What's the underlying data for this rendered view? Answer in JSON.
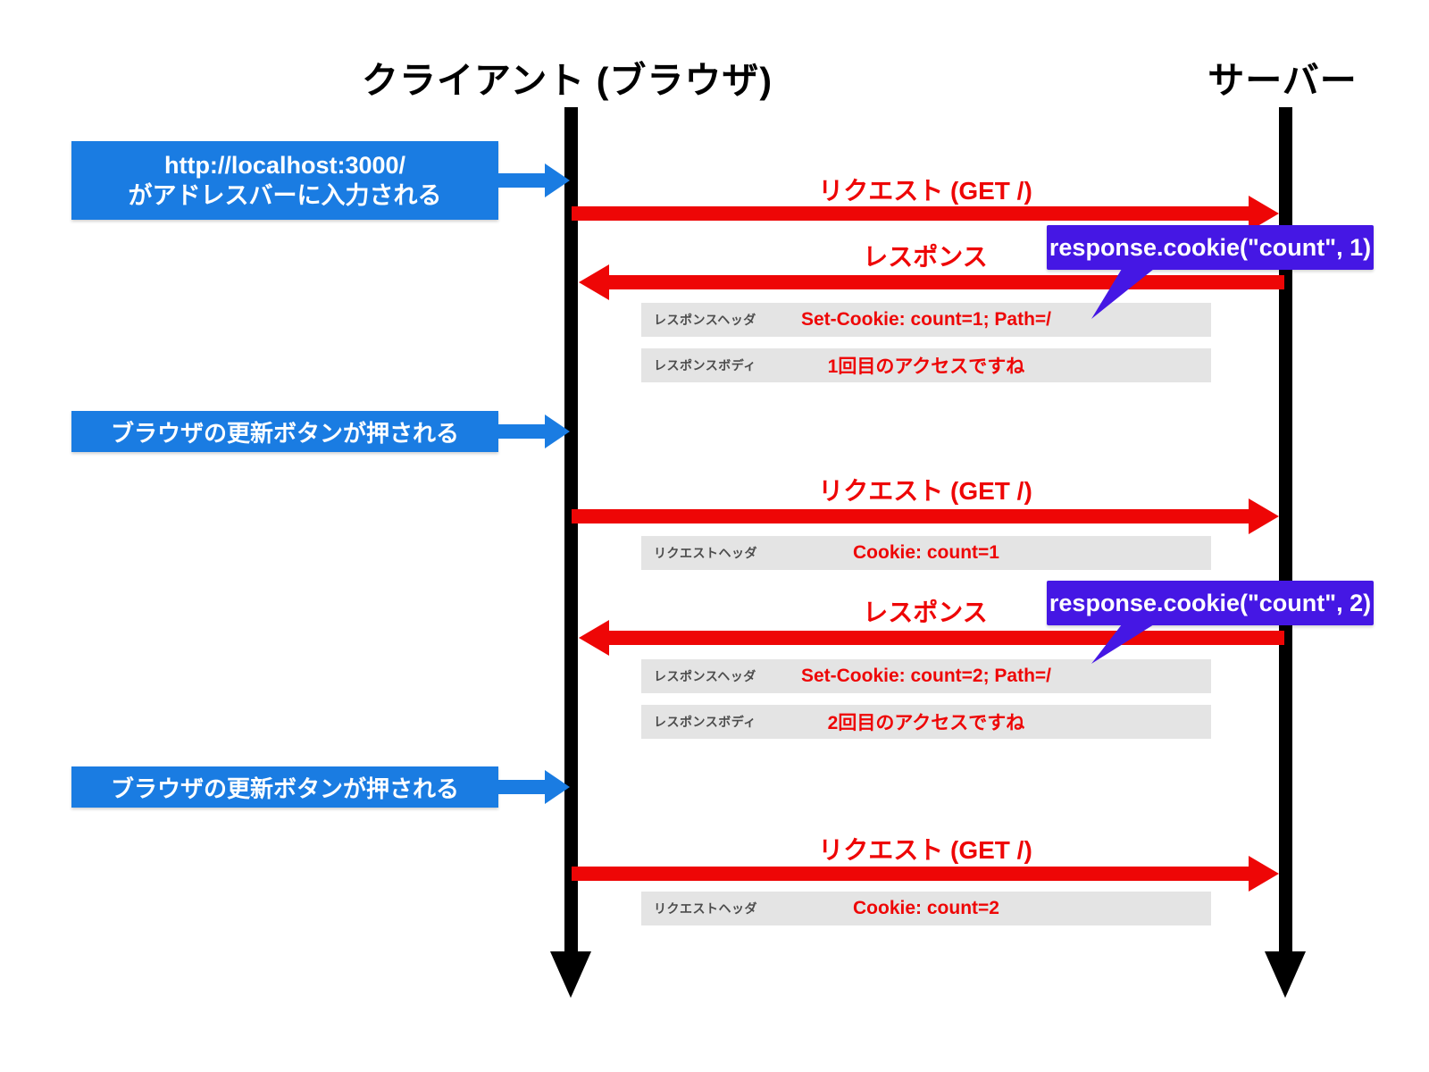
{
  "actors": {
    "client": "クライアント (ブラウザ)",
    "server": "サーバー"
  },
  "notes": [
    {
      "line1": "http://localhost:3000/",
      "line2": "がアドレスバーに入力される"
    },
    {
      "text": "ブラウザの更新ボタンが押される"
    },
    {
      "text": "ブラウザの更新ボタンが押される"
    }
  ],
  "messages": [
    {
      "label": "リクエスト (GET /)",
      "direction": "client-to-server"
    },
    {
      "label": "レスポンス",
      "direction": "server-to-client"
    },
    {
      "label": "リクエスト (GET /)",
      "direction": "client-to-server"
    },
    {
      "label": "レスポンス",
      "direction": "server-to-client"
    },
    {
      "label": "リクエスト (GET /)",
      "direction": "client-to-server"
    }
  ],
  "callouts": [
    {
      "code": "response.cookie(\"count\", 1)"
    },
    {
      "code": "response.cookie(\"count\", 2)"
    }
  ],
  "rows": [
    {
      "label": "レスポンスヘッダ",
      "value": "Set-Cookie: count=1; Path=/"
    },
    {
      "label": "レスポンスボディ",
      "value": "1回目のアクセスですね"
    },
    {
      "label": "リクエストヘッダ",
      "value": "Cookie: count=1"
    },
    {
      "label": "レスポンスヘッダ",
      "value": "Set-Cookie: count=2; Path=/"
    },
    {
      "label": "レスポンスボディ",
      "value": "2回目のアクセスですね"
    },
    {
      "label": "リクエストヘッダ",
      "value": "Cookie: count=2"
    }
  ],
  "colors": {
    "blue": "#1a7ce2",
    "red": "#ee0606",
    "purple": "#4517e4",
    "row_bg": "#e4e4e4",
    "row_label": "#4c4c4c",
    "black": "#000000"
  }
}
